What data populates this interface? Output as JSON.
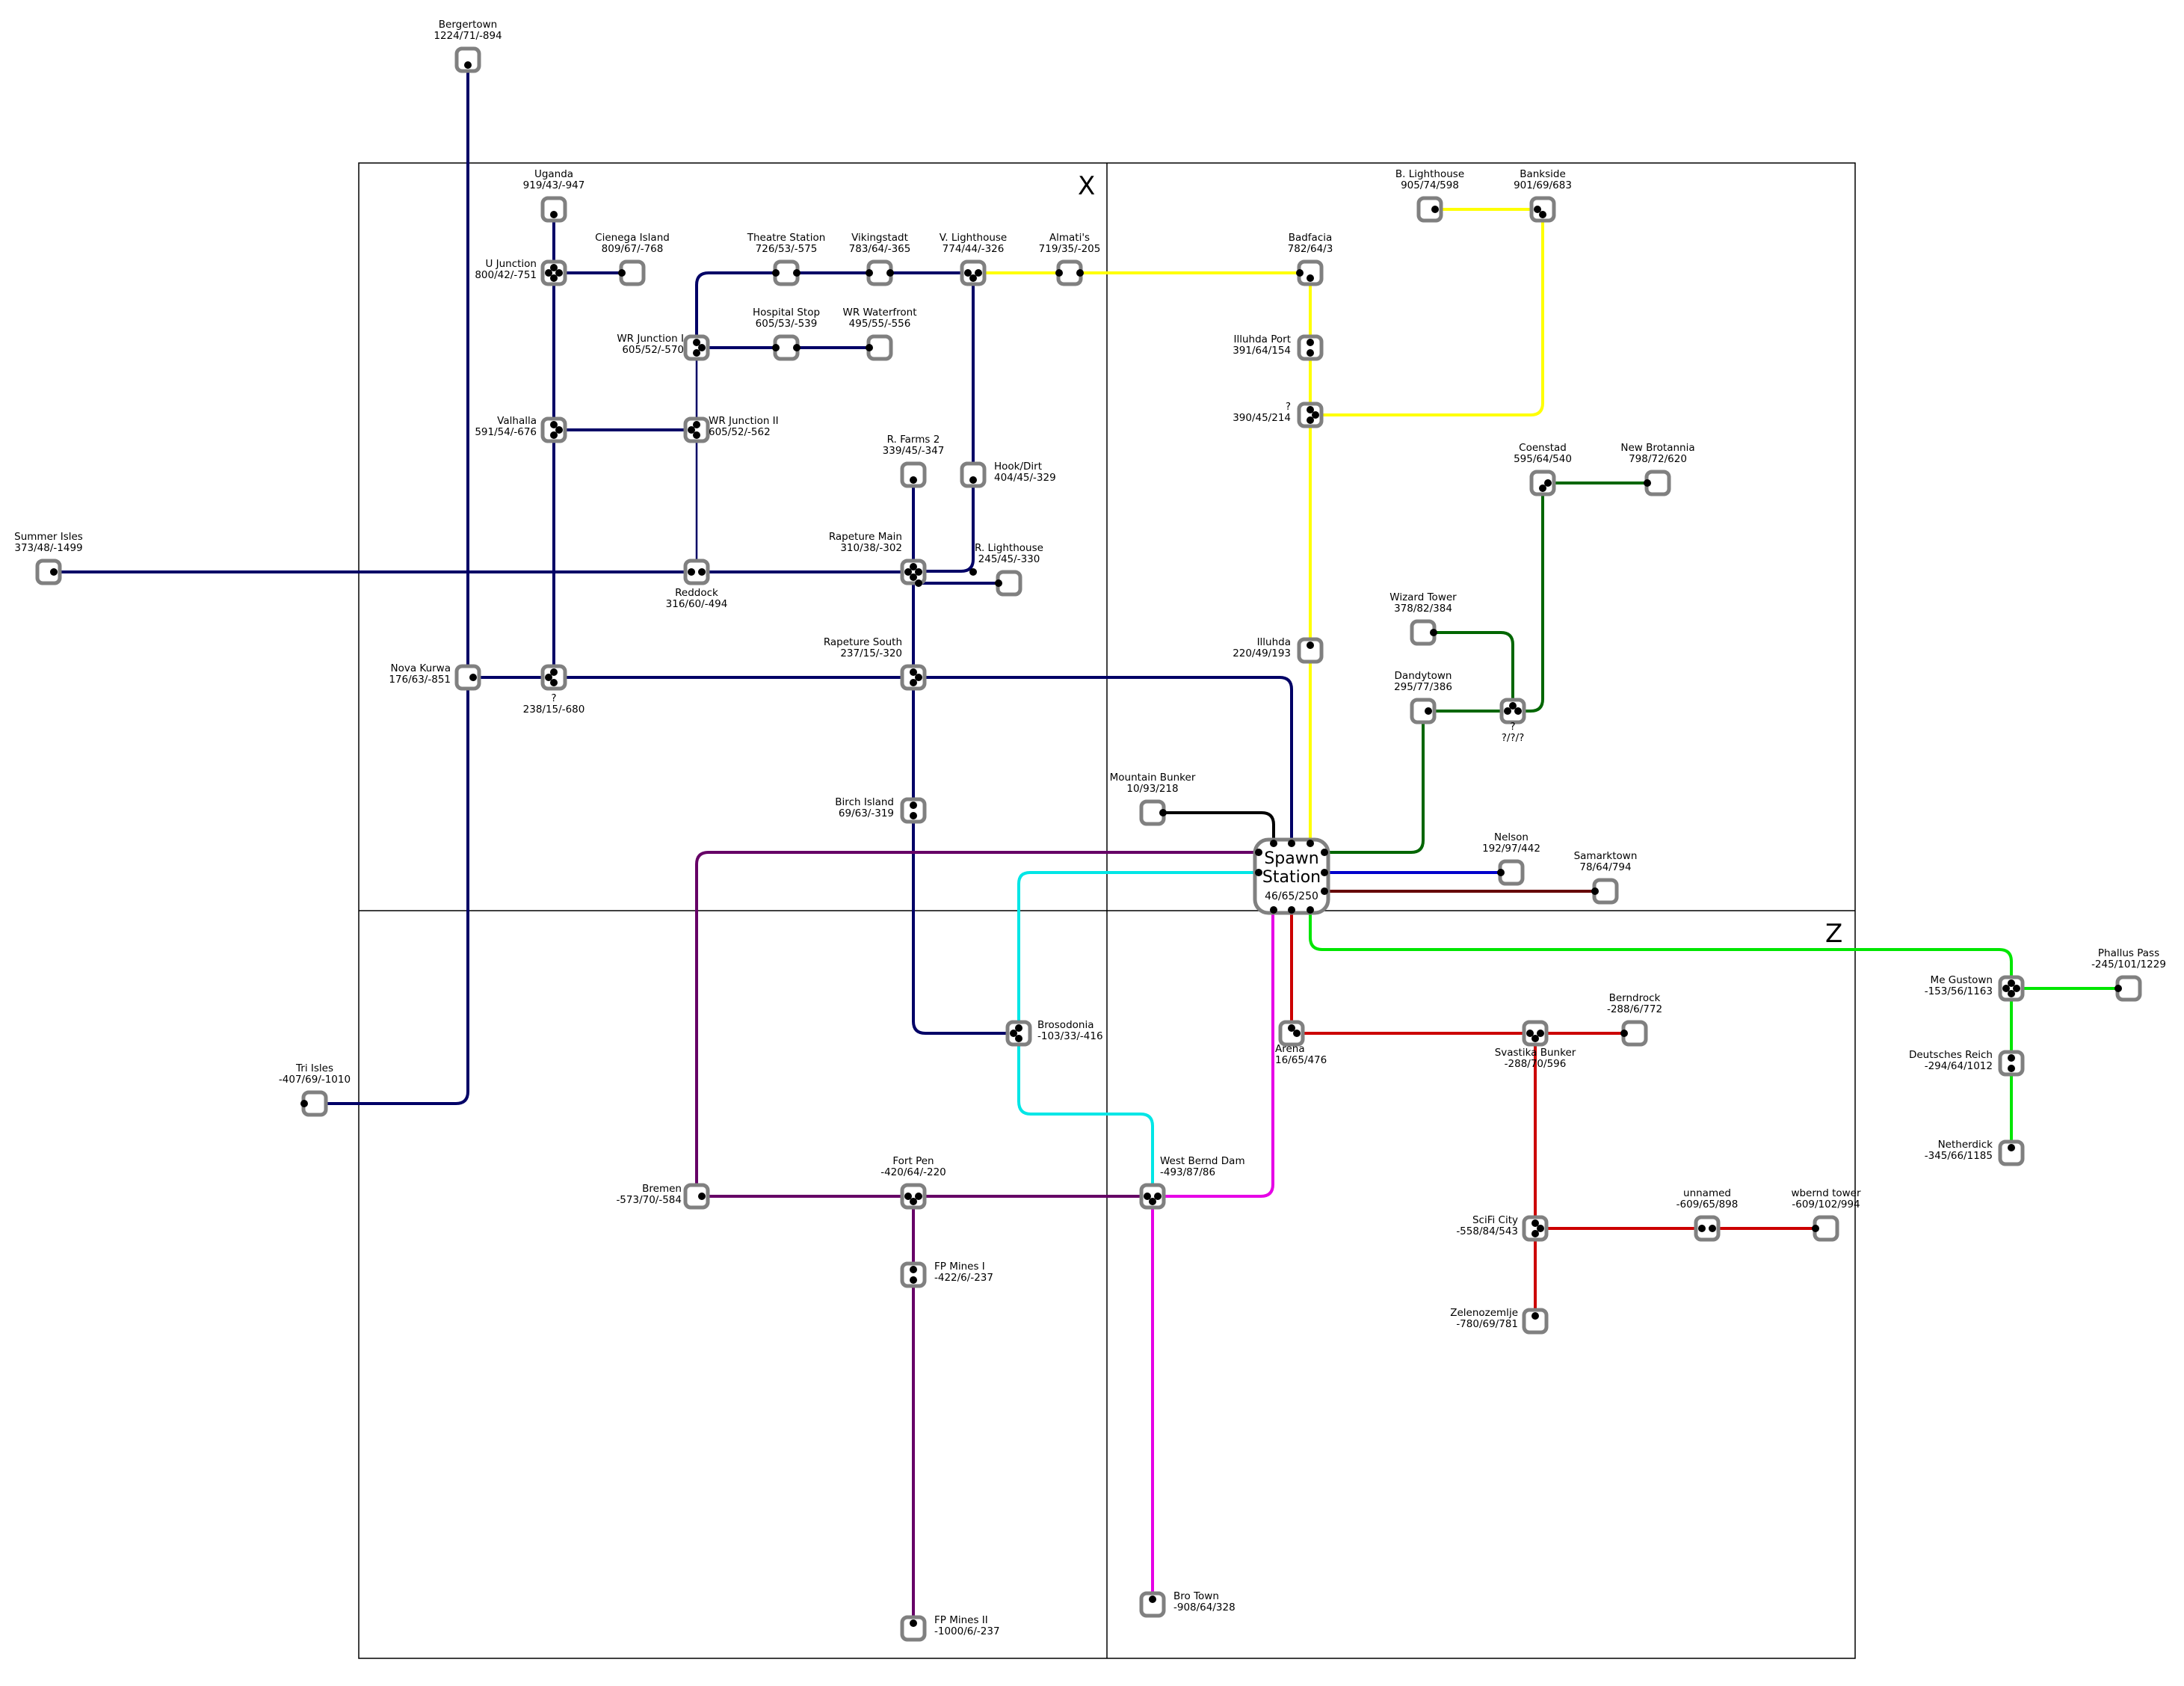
{
  "quadrants": {
    "x_label": "X",
    "z_label": "Z"
  },
  "hub": {
    "name_line1": "Spawn",
    "name_line2": "Station",
    "coords": "46/65/250"
  },
  "colors": {
    "navy": "#000066",
    "purple": "#660066",
    "cyan": "#00e6e6",
    "magenta": "#e600e6",
    "red": "#cc0000",
    "darkred": "#660000",
    "black": "#000000",
    "blue": "#0000cc",
    "yellow": "#ffff00",
    "green": "#006600",
    "lime": "#00e600"
  },
  "stations": [
    {
      "id": "bergertown",
      "name": "Bergertown",
      "coords": "1224/71/-894"
    },
    {
      "id": "uganda",
      "name": "Uganda",
      "coords": "919/43/-947"
    },
    {
      "id": "cienega",
      "name": "Cienega Island",
      "coords": "809/67/-768"
    },
    {
      "id": "ujunction",
      "name": "U Junction",
      "coords": "800/42/-751"
    },
    {
      "id": "theatre",
      "name": "Theatre Station",
      "coords": "726/53/-575"
    },
    {
      "id": "vikingstadt",
      "name": "Vikingstadt",
      "coords": "783/64/-365"
    },
    {
      "id": "vlighthouse",
      "name": "V. Lighthouse",
      "coords": "774/44/-326"
    },
    {
      "id": "almatis",
      "name": "Almati's",
      "coords": "719/35/-205"
    },
    {
      "id": "wrj1",
      "name": "WR Junction I",
      "coords": "605/52/-570"
    },
    {
      "id": "hospital",
      "name": "Hospital Stop",
      "coords": "605/53/-539"
    },
    {
      "id": "wrwater",
      "name": "WR Waterfront",
      "coords": "495/55/-556"
    },
    {
      "id": "valhalla",
      "name": "Valhalla",
      "coords": "591/54/-676"
    },
    {
      "id": "wrj2",
      "name": "WR Junction II",
      "coords": "605/52/-562"
    },
    {
      "id": "rfarms2",
      "name": "R. Farms 2",
      "coords": "339/45/-347"
    },
    {
      "id": "hookdirt",
      "name": "Hook/Dirt",
      "coords": "404/45/-329"
    },
    {
      "id": "summer",
      "name": "Summer Isles",
      "coords": "373/48/-1499"
    },
    {
      "id": "reddock",
      "name": "Reddock",
      "coords": "316/60/-494"
    },
    {
      "id": "rmain",
      "name": "Rapeture Main",
      "coords": "310/38/-302"
    },
    {
      "id": "rlighthouse",
      "name": "R. Lighthouse",
      "coords": "245/45/-330"
    },
    {
      "id": "novakurwa",
      "name": "Nova Kurwa",
      "coords": "176/63/-851"
    },
    {
      "id": "q238",
      "name": "?",
      "coords": "238/15/-680"
    },
    {
      "id": "rsouth",
      "name": "Rapeture South",
      "coords": "237/15/-320"
    },
    {
      "id": "birch",
      "name": "Birch Island",
      "coords": "69/63/-319"
    },
    {
      "id": "brosodonia",
      "name": "Brosodonia",
      "coords": "-103/33/-416"
    },
    {
      "id": "triisles",
      "name": "Tri Isles",
      "coords": "-407/69/-1010"
    },
    {
      "id": "bremen",
      "name": "Bremen",
      "coords": "-573/70/-584"
    },
    {
      "id": "fortpen",
      "name": "Fort Pen",
      "coords": "-420/64/-220"
    },
    {
      "id": "fpmines1",
      "name": "FP Mines I",
      "coords": "-422/6/-237"
    },
    {
      "id": "fpmines2",
      "name": "FP Mines II",
      "coords": "-1000/6/-237"
    },
    {
      "id": "westbernd",
      "name": "West Bernd Dam",
      "coords": "-493/87/86"
    },
    {
      "id": "brotown",
      "name": "Bro Town",
      "coords": "-908/64/328"
    },
    {
      "id": "mountain",
      "name": "Mountain Bunker",
      "coords": "10/93/218"
    },
    {
      "id": "blighthouse",
      "name": "B. Lighthouse",
      "coords": "905/74/598"
    },
    {
      "id": "bankside",
      "name": "Bankside",
      "coords": "901/69/683"
    },
    {
      "id": "badfacia",
      "name": "Badfacia",
      "coords": "782/64/3"
    },
    {
      "id": "illport",
      "name": "Illuhda Port",
      "coords": "391/64/154"
    },
    {
      "id": "q390",
      "name": "?",
      "coords": "390/45/214"
    },
    {
      "id": "illuhda",
      "name": "Illuhda",
      "coords": "220/49/193"
    },
    {
      "id": "coenstad",
      "name": "Coenstad",
      "coords": "595/64/540"
    },
    {
      "id": "newbrit",
      "name": "New Brotannia",
      "coords": "798/72/620"
    },
    {
      "id": "wizard",
      "name": "Wizard Tower",
      "coords": "378/82/384"
    },
    {
      "id": "dandytown",
      "name": "Dandytown",
      "coords": "295/77/386"
    },
    {
      "id": "qqq",
      "name": "?",
      "coords": "?/?/?"
    },
    {
      "id": "nelson",
      "name": "Nelson",
      "coords": "192/97/442"
    },
    {
      "id": "samarktown",
      "name": "Samarktown",
      "coords": "78/64/794"
    },
    {
      "id": "arena",
      "name": "Arena",
      "coords": "16/65/476"
    },
    {
      "id": "svastika",
      "name": "Svastika Bunker",
      "coords": "-288/70/596"
    },
    {
      "id": "berndrock",
      "name": "Berndrock",
      "coords": "-288/6/772"
    },
    {
      "id": "scifi",
      "name": "SciFi City",
      "coords": "-558/84/543"
    },
    {
      "id": "unnamed",
      "name": "unnamed",
      "coords": "-609/65/898"
    },
    {
      "id": "wbernd",
      "name": "wbernd tower",
      "coords": "-609/102/994"
    },
    {
      "id": "zelenozemlje",
      "name": "Zelenozemlje",
      "coords": "-780/69/781"
    },
    {
      "id": "megustown",
      "name": "Me Gustown",
      "coords": "-153/56/1163"
    },
    {
      "id": "phallus",
      "name": "Phallus Pass",
      "coords": "-245/101/1229"
    },
    {
      "id": "deutsches",
      "name": "Deutsches Reich",
      "coords": "-294/64/1012"
    },
    {
      "id": "netherdick",
      "name": "Netherdick",
      "coords": "-345/66/1185"
    }
  ]
}
